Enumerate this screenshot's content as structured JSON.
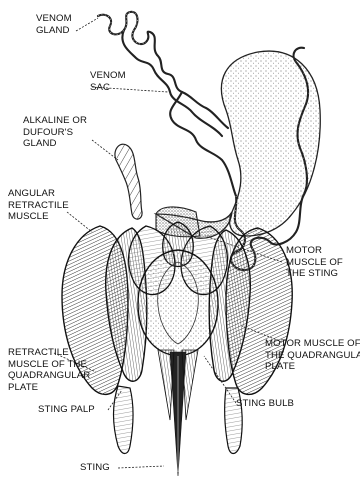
{
  "labels": {
    "venom_gland": "VENOM\nGLAND",
    "venom_sac": "VENOM\nSAC",
    "alkaline_gland": "ALKALINE OR\nDUFOUR'S\nGLAND",
    "angular_retractile_muscle": "ANGULAR\nRETRACTILE\nMUSCLE",
    "motor_muscle_sting": "MOTOR\nMUSCLE OF\nTHE STING",
    "retractile_muscle_quadrangular": "RETRACTILE\nMUSCLE OF THE\nQUADRANGULAR\nPLATE",
    "motor_muscle_quadrangular": "MOTOR MUSCLE OF\nTHE QUADRANGULAR\nPLATE",
    "sting_bulb": "STING BULB",
    "sting_palp": "STING PALP",
    "sting": "STING"
  },
  "colors": {
    "ink": "#111111",
    "background": "#ffffff"
  }
}
